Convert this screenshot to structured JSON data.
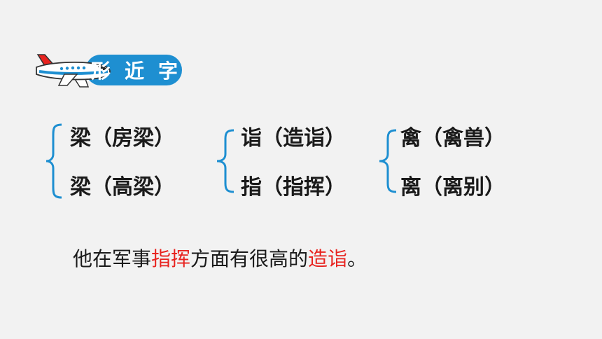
{
  "title": "形近字",
  "title_chars": [
    "形",
    "近",
    "字"
  ],
  "colors": {
    "accent": "#1e8fd1",
    "highlight": "#e8231f",
    "text": "#1a1a1a",
    "background": "#f2f2f2"
  },
  "groups": [
    {
      "items": [
        "梁（房梁）",
        "梁（高梁）"
      ]
    },
    {
      "items": [
        "诣（造诣）",
        "指（指挥）"
      ]
    },
    {
      "items": [
        "禽（禽兽）",
        "离（离别）"
      ]
    }
  ],
  "sentence": {
    "parts": [
      {
        "text": "他在军事",
        "highlight": false
      },
      {
        "text": "指挥",
        "highlight": true
      },
      {
        "text": "方面有很高的",
        "highlight": false
      },
      {
        "text": "造诣",
        "highlight": true
      },
      {
        "text": "。",
        "highlight": false
      }
    ]
  }
}
